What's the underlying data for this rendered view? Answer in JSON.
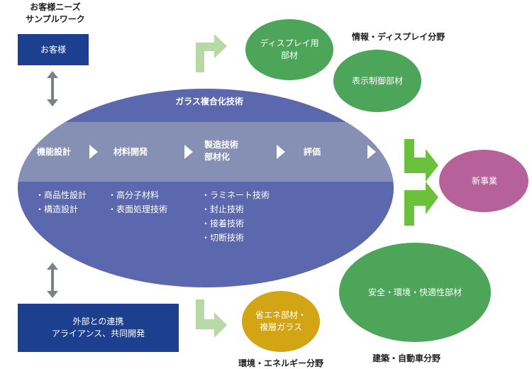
{
  "heading": {
    "line1": "お客様ニーズ",
    "line2": "サンプルワーク"
  },
  "customer_box": {
    "label": "お客様"
  },
  "partner_box": {
    "line1": "外部との連携",
    "line2": "アライアンス、共同開発"
  },
  "ellipse": {
    "title": "ガラス複合化技術",
    "process": [
      {
        "label_lines": [
          "機能設計"
        ]
      },
      {
        "label_lines": [
          "材料開発"
        ]
      },
      {
        "label_lines": [
          "製造技術",
          "部材化"
        ]
      },
      {
        "label_lines": [
          "評価"
        ]
      }
    ],
    "tech_columns": [
      [
        "・商品性設計",
        "・構造設計"
      ],
      [
        "・高分子材料",
        "・表面処理技術"
      ],
      [
        "・ラミネート技術",
        "・封止技術",
        "・接着技術",
        "・切断技術"
      ]
    ]
  },
  "circles": {
    "display_material": {
      "line1": "ディスプレイ用",
      "line2": "部材"
    },
    "display_control": {
      "label": "表示制御部材"
    },
    "new_business": {
      "label": "新事業"
    },
    "safety": {
      "label": "安全・環境・快適性部材"
    },
    "energy": {
      "line1": "省エネ部材・",
      "line2": "複層ガラス"
    }
  },
  "fields": {
    "info_display": "情報・ディスプレイ分野",
    "building_auto": "建築・自動車分野",
    "environment_energy": "環境・エネルギー分野"
  },
  "colors": {
    "navy": "#1d3f8f",
    "ellipse": "#5b68ad",
    "band": "#8590b4",
    "green_circle": "#4da55a",
    "gold_circle": "#d3a414",
    "magenta_circle": "#b7619a",
    "bright_green_arrow": "#6cc13c",
    "pale_green_arrow": "#b6d9a6",
    "double_arrow": "#7a8189"
  }
}
